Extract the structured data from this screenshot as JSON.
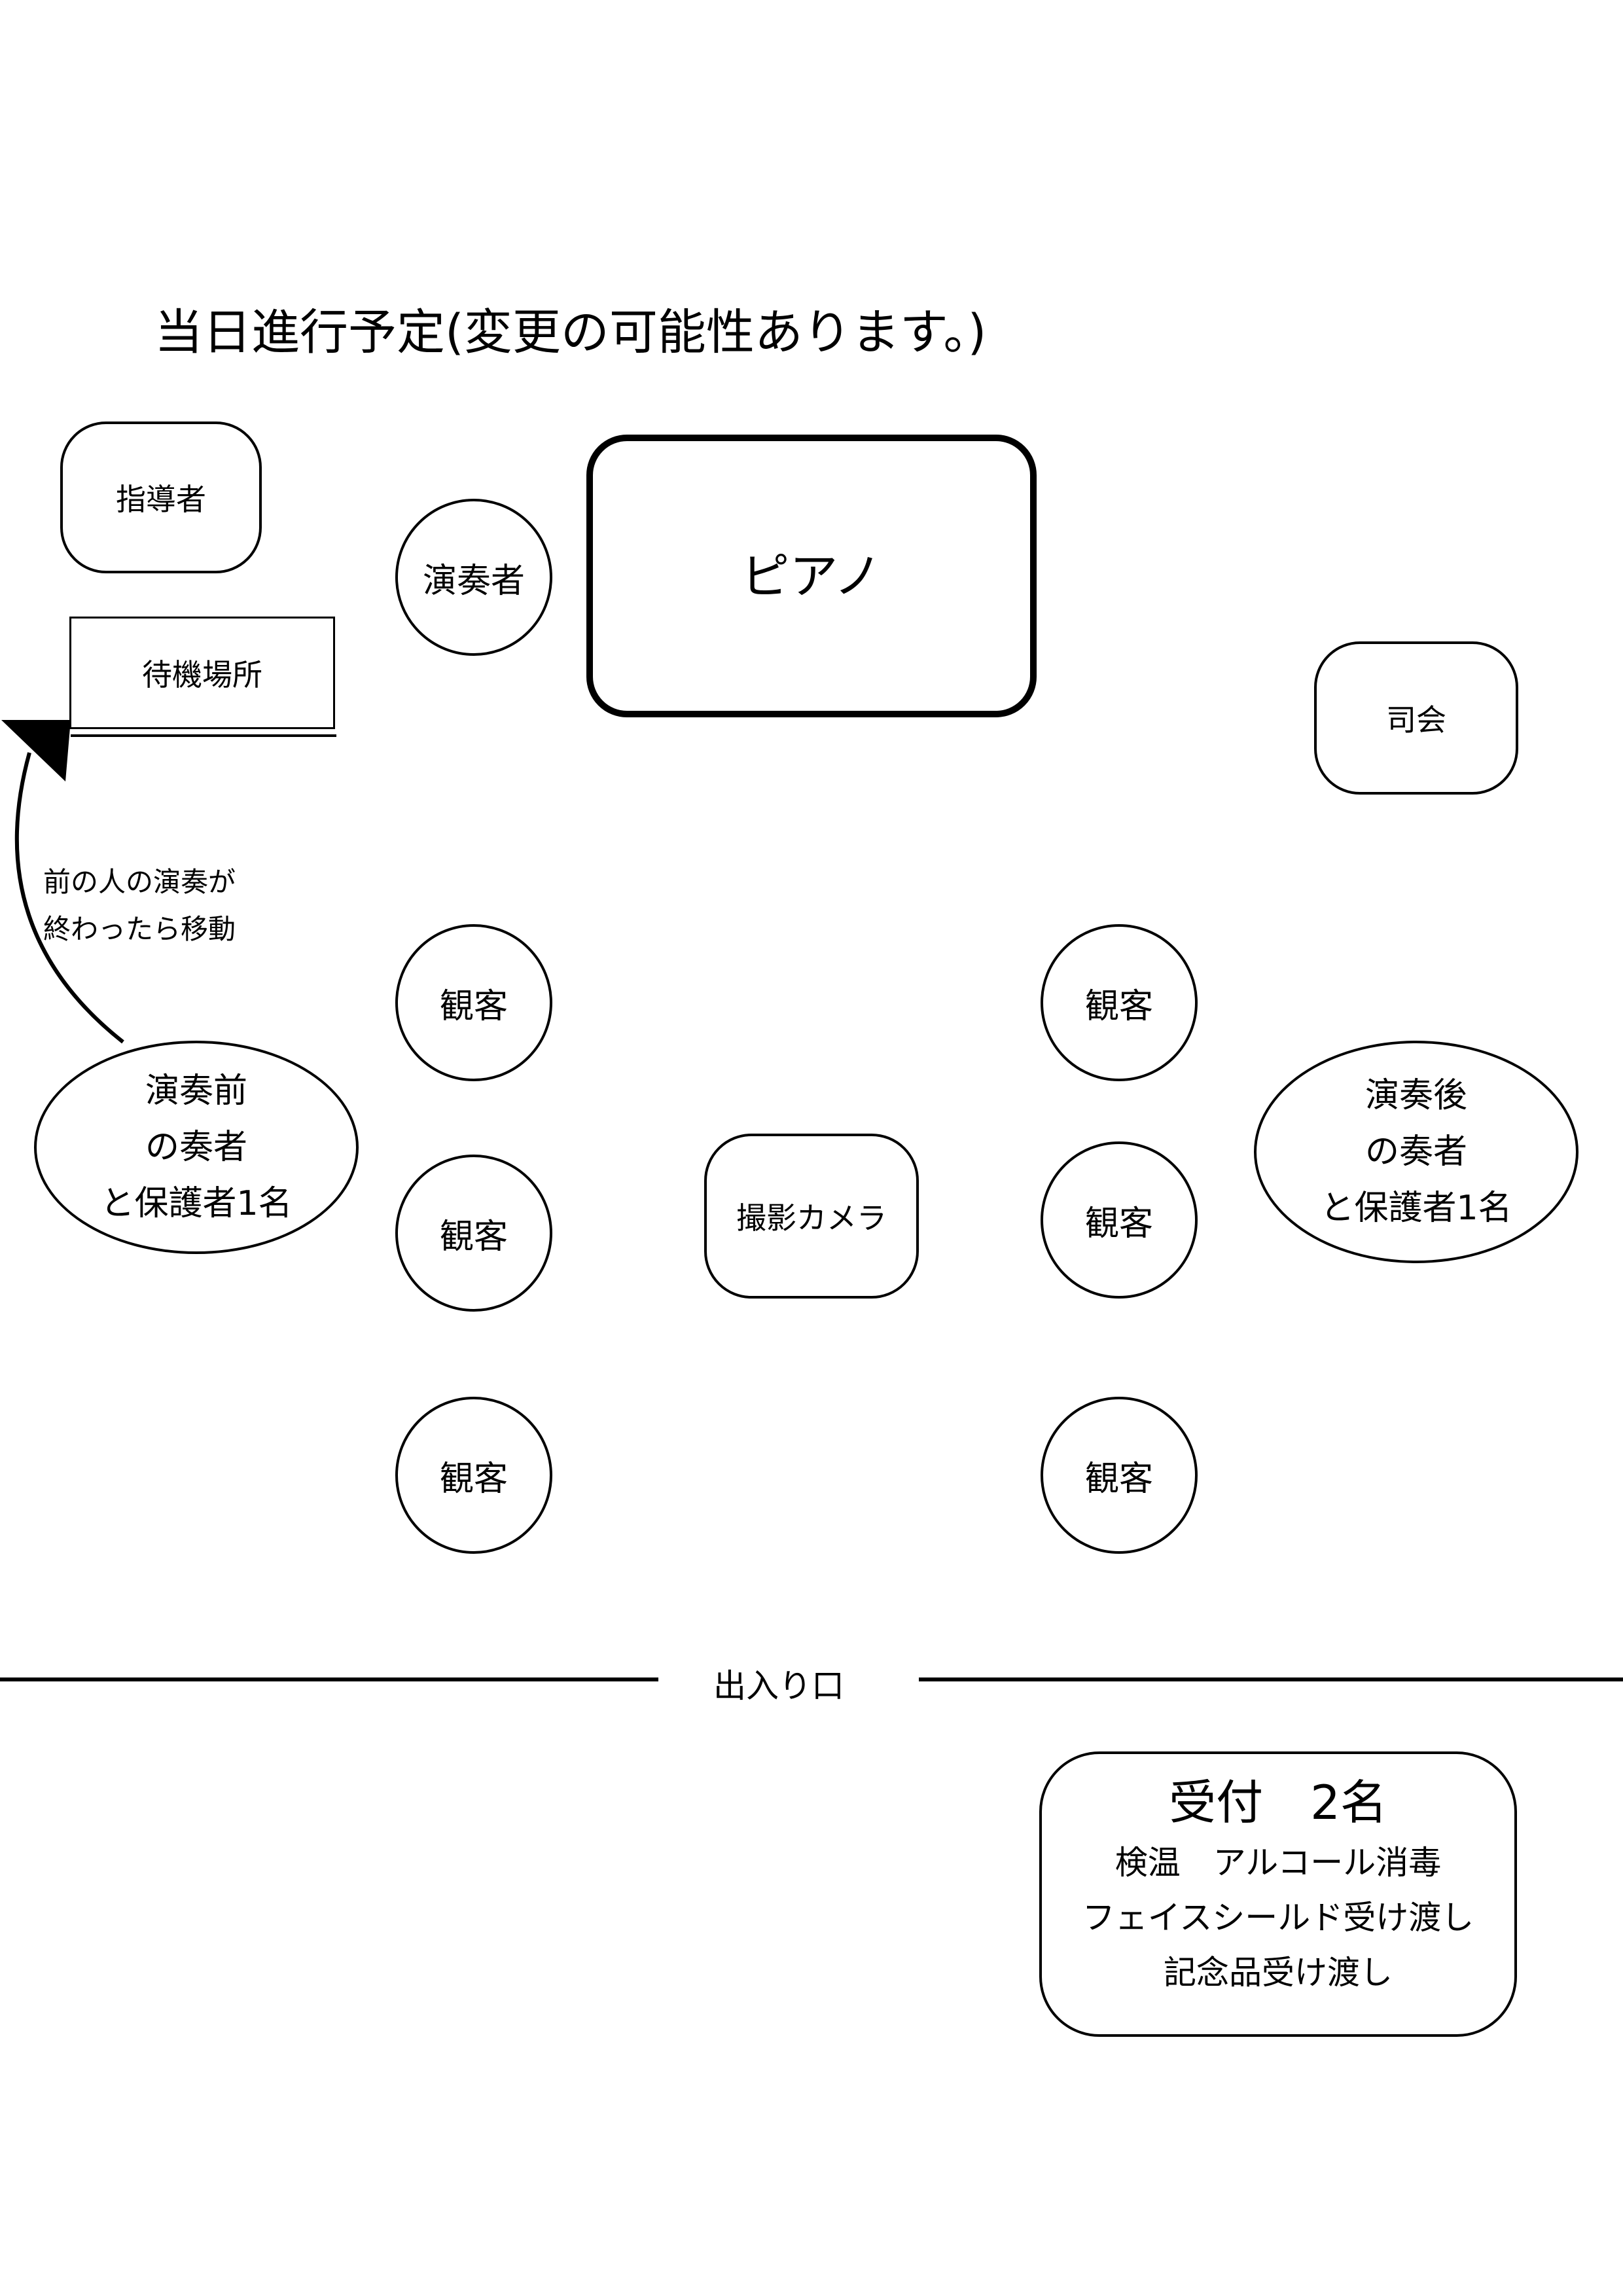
{
  "title": "当日進行予定(変更の可能性あります。)",
  "labels": {
    "instructor": "指導者",
    "waiting_area": "待機場所",
    "performer": "演奏者",
    "piano": "ピアノ",
    "mc": "司会",
    "move_note": "前の人の演奏が\n終わったら移動",
    "audience": "観客",
    "before_group": "演奏前\nの奏者\nと保護者1名",
    "camera": "撮影カメラ",
    "after_group": "演奏後\nの奏者\nと保護者1名",
    "entrance": "出入り口",
    "reception_title": "受付　2名",
    "reception_lines": "検温　アルコール消毒\nフェイスシールド受け渡し\n記念品受け渡し"
  }
}
